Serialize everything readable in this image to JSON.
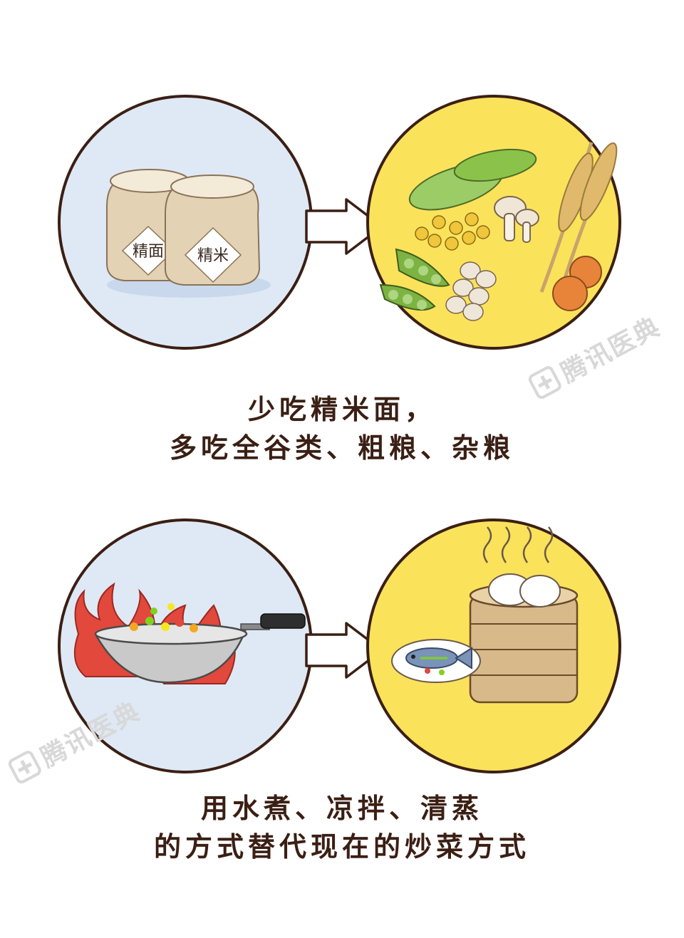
{
  "panels": [
    {
      "before": {
        "bag_labels": [
          "精面",
          "精米"
        ]
      },
      "caption": [
        "少吃精米面，",
        "多吃全谷类、粗粮、杂粮"
      ]
    },
    {
      "caption": [
        "用水煮、凉拌、清蒸",
        "的方式替代现在的炒菜方式"
      ]
    }
  ],
  "watermark": "腾讯医典",
  "colors": {
    "outline": "#3b1f14",
    "before_bg": "#dfe9f5",
    "after_bg": "#fbe25b",
    "fire": "#e2483c",
    "bean_green": "#8bc34a",
    "bamboo": "#d8b98a"
  },
  "icons": [
    "flour-bag-icon",
    "rice-bag-icon",
    "arrow-right-icon",
    "corn-icon",
    "mushroom-icon",
    "wheat-icon",
    "soybean-icon",
    "pea-pod-icon",
    "garlic-icon",
    "potato-icon",
    "wok-icon",
    "fire-icon",
    "steamed-fish-icon",
    "bamboo-steamer-icon",
    "bun-icon"
  ]
}
